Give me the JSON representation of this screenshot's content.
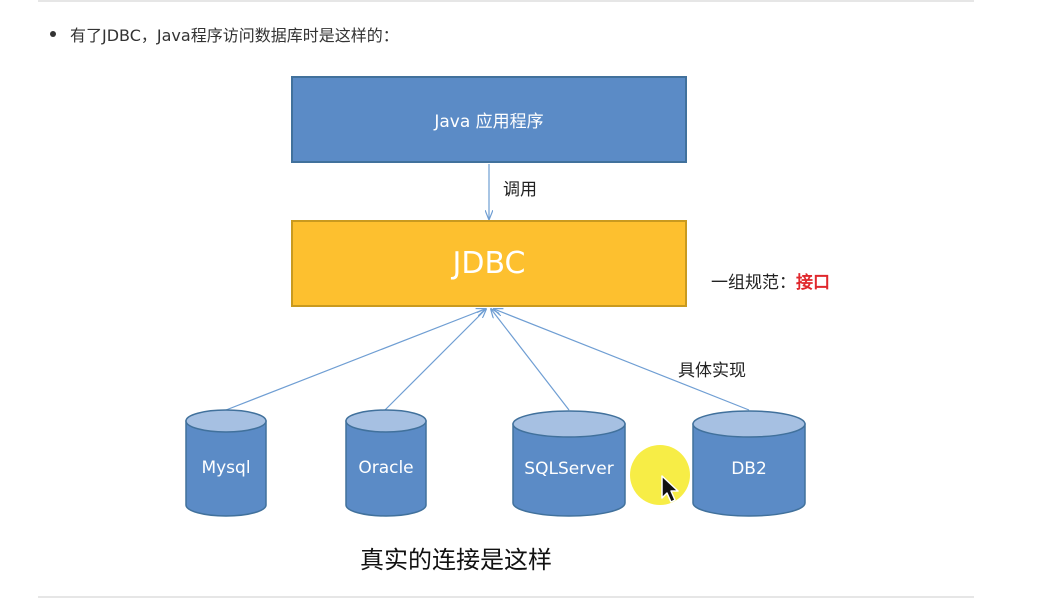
{
  "intro": {
    "text": "有了JDBC，Java程序访问数据库时是这样的："
  },
  "app_box": {
    "label": "Java 应用程序",
    "color": "#5b8bc6"
  },
  "call_label": "调用",
  "jdbc_box": {
    "label": "JDBC",
    "color": "#fdc02f"
  },
  "spec_label": {
    "prefix": "一组规范：",
    "highlight": "接口",
    "highlight_color": "#e0282d"
  },
  "impl_label": "具体实现",
  "databases": [
    {
      "label": "Mysql"
    },
    {
      "label": "Oracle"
    },
    {
      "label": "SQLServer"
    },
    {
      "label": "DB2"
    }
  ],
  "caption": "真实的连接是这样",
  "colors": {
    "cylinder_fill": "#5b8bc6",
    "cylinder_top": "#a6c0e2",
    "cylinder_stroke": "#41719c",
    "connector": "#6f9ed3"
  }
}
